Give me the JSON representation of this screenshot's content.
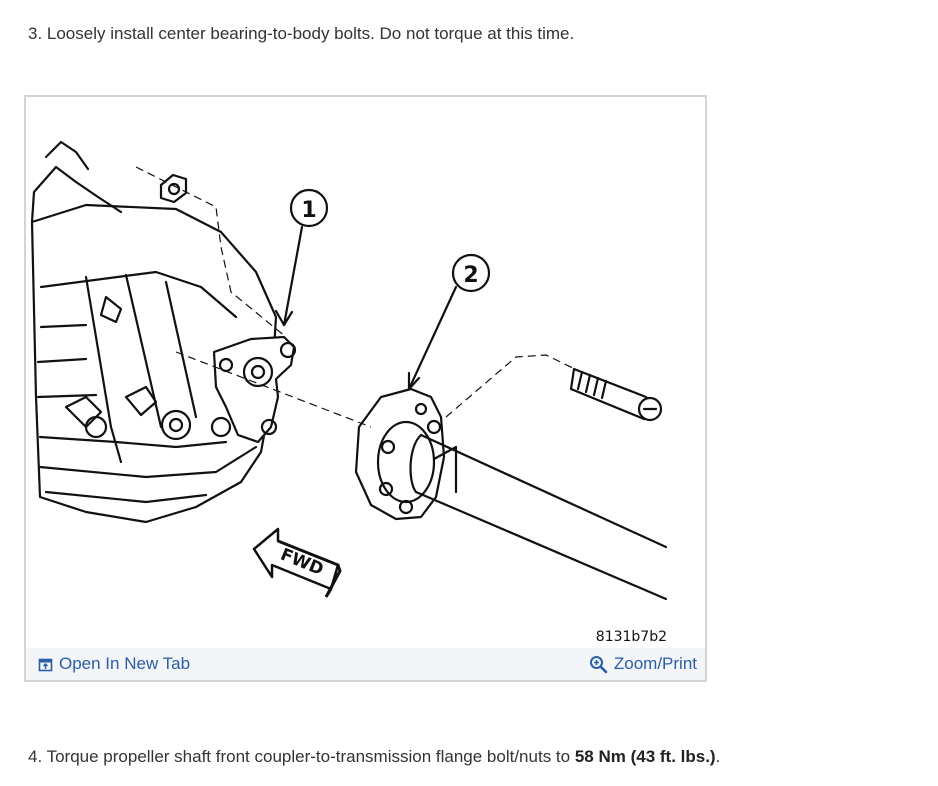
{
  "steps": {
    "step3": "3. Loosely install center bearing-to-body bolts. Do not torque at this time.",
    "step4_prefix": "4. Torque propeller shaft front coupler-to-transmission flange bolt/nuts to ",
    "step4_bold": "58 Nm (43 ft. lbs.)",
    "step4_suffix": "."
  },
  "figure": {
    "callout_1": "1",
    "callout_2": "2",
    "arrow_label": "FWD",
    "figure_code": "8131b7b2",
    "open_tab_label": "Open In New Tab",
    "zoom_label": "Zoom/Print",
    "open_tab_icon": "open-external-icon",
    "zoom_icon": "magnifier-plus-icon",
    "link_color": "#2b5ea7"
  }
}
